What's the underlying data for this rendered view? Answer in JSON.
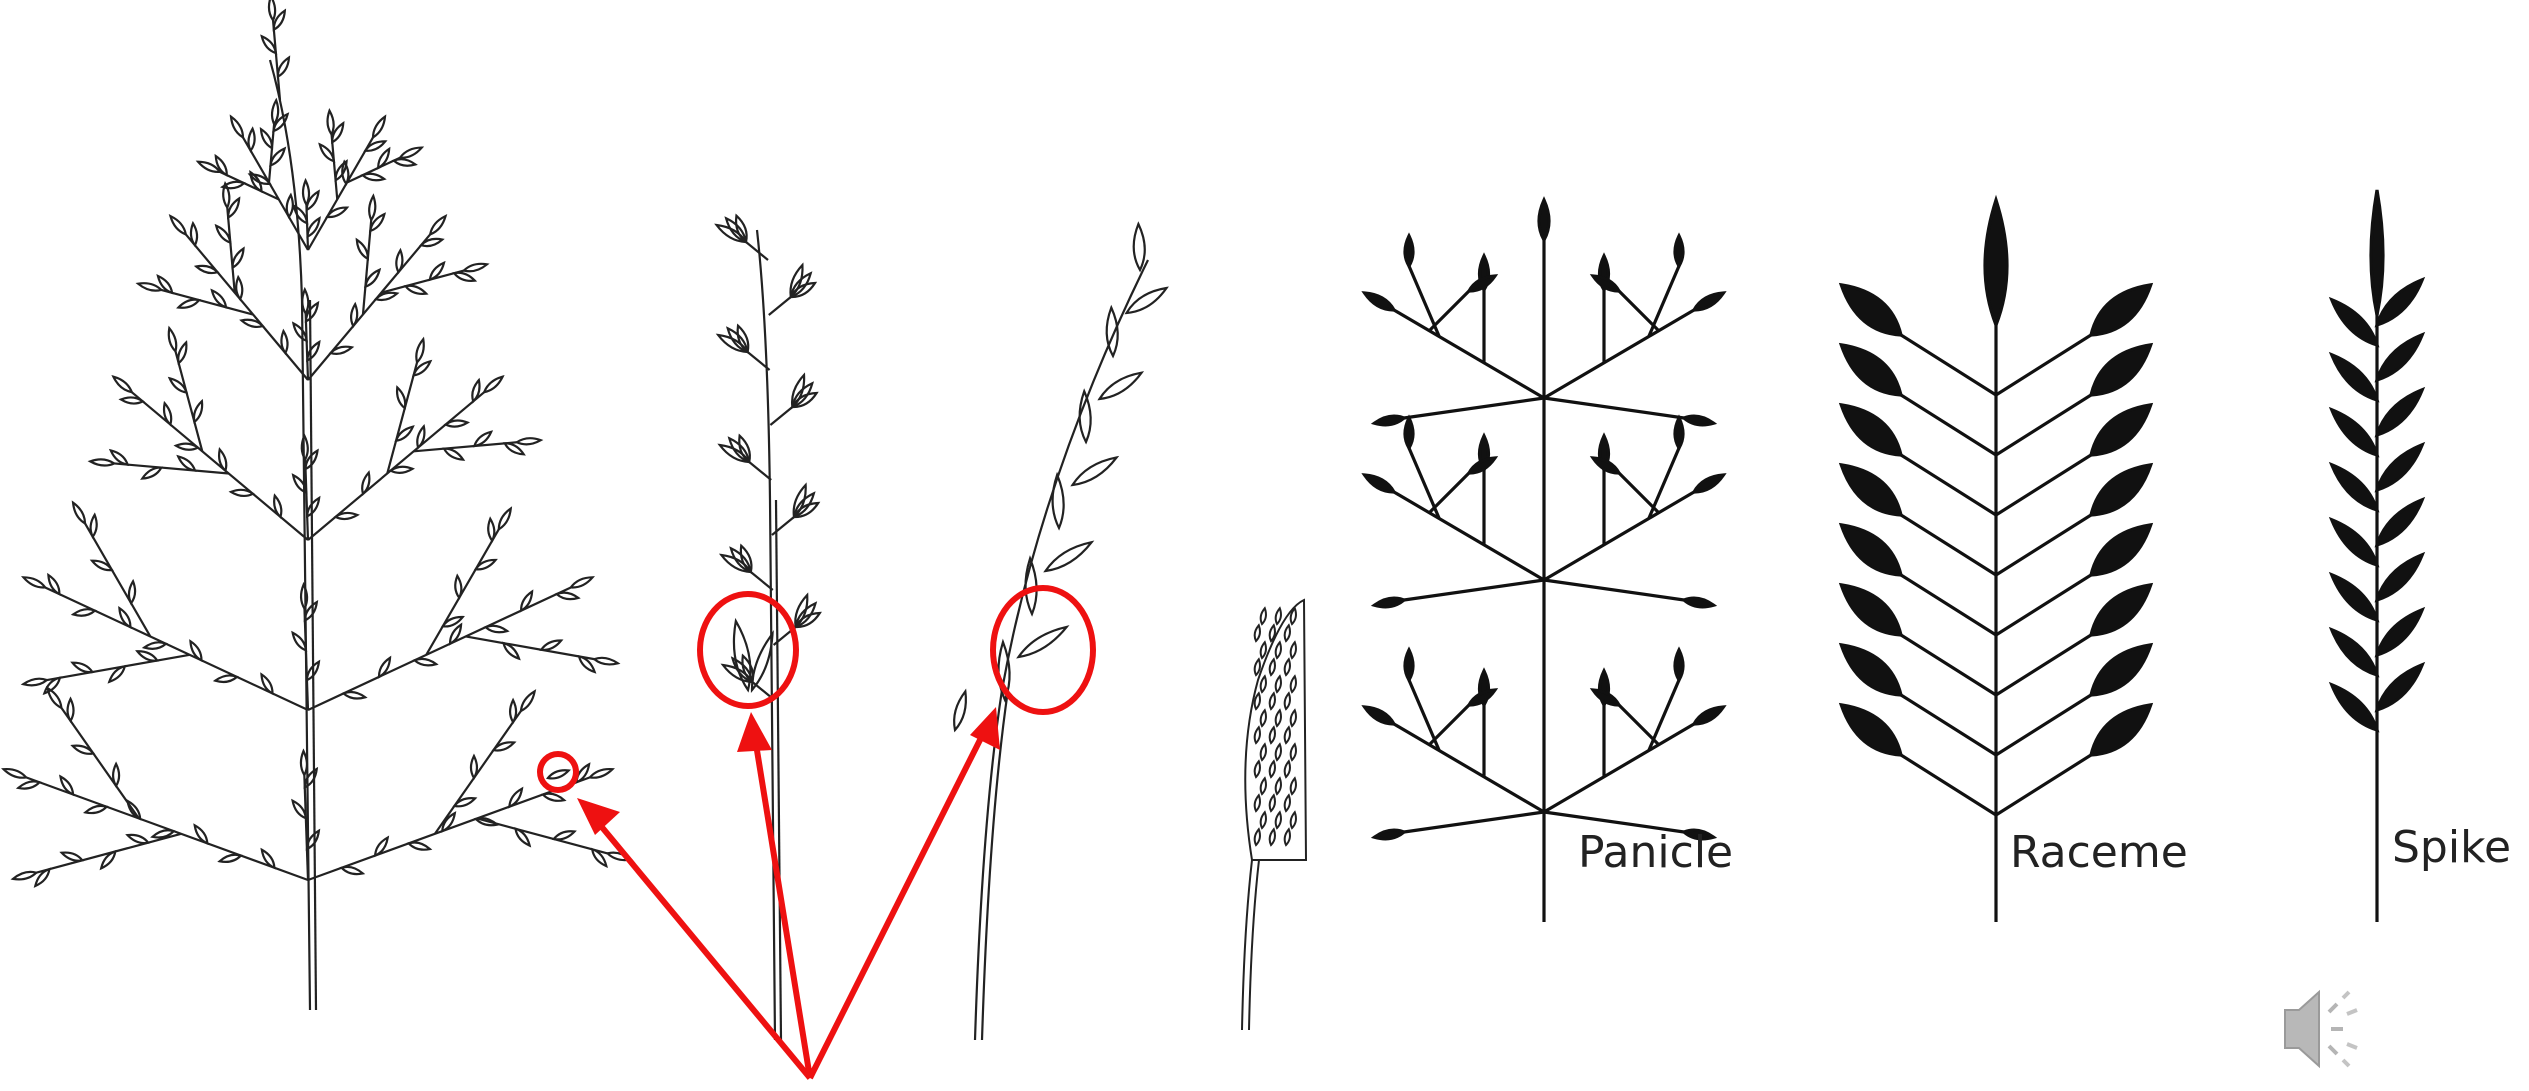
{
  "labels": {
    "panicle": "Panicle",
    "raceme": "Raceme",
    "spike": "Spike"
  },
  "icons": {
    "speaker": "speaker-icon"
  },
  "colors": {
    "annotation": "#ee1111",
    "ink": "#111111",
    "background": "#ffffff"
  }
}
